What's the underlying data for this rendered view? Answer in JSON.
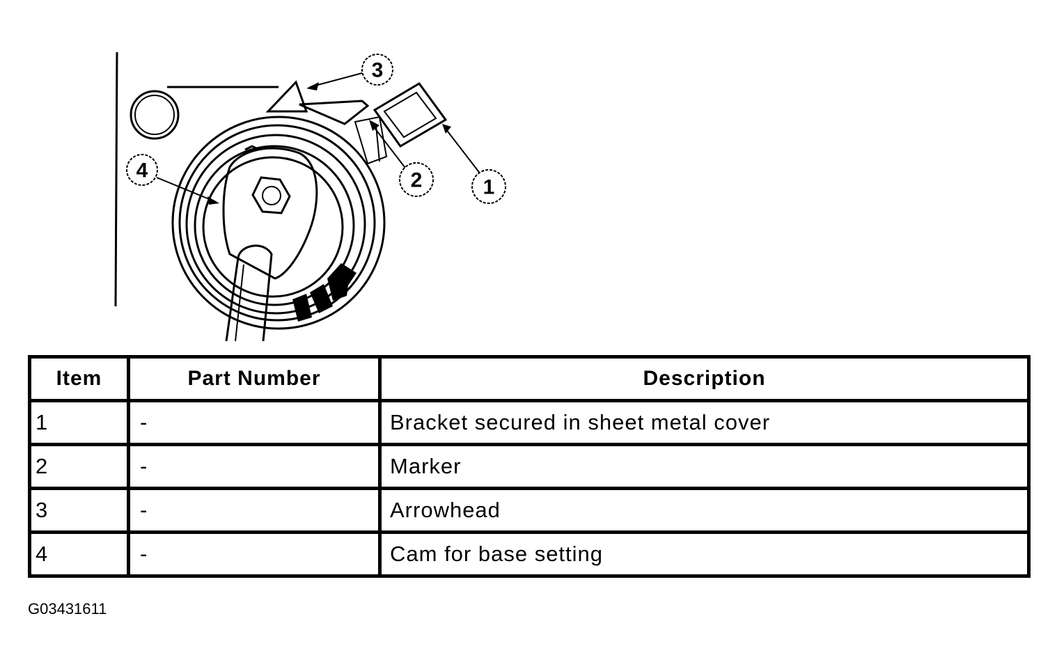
{
  "callouts": {
    "c1": "1",
    "c2": "2",
    "c3": "3",
    "c4": "4"
  },
  "table": {
    "headers": {
      "item": "Item",
      "part_number": "Part Number",
      "description": "Description"
    },
    "rows": [
      {
        "item": "1",
        "part_number": "-",
        "description": "Bracket secured in sheet metal cover"
      },
      {
        "item": "2",
        "part_number": "-",
        "description": "Marker"
      },
      {
        "item": "3",
        "part_number": "-",
        "description": "Arrowhead"
      },
      {
        "item": "4",
        "part_number": "-",
        "description": "Cam for base setting"
      }
    ]
  },
  "figure_id": "G03431611",
  "colors": {
    "ink": "#000000",
    "paper": "#ffffff"
  }
}
